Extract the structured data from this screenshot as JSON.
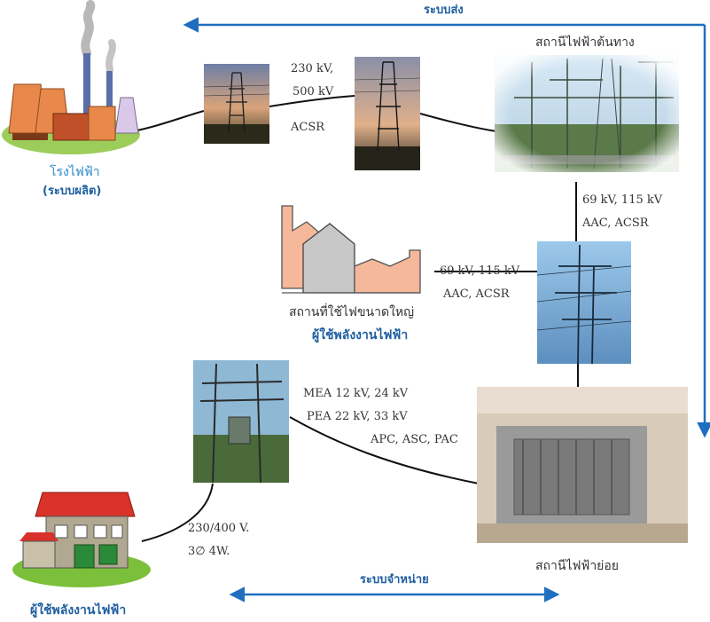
{
  "arrows": {
    "transmission_label": "ระบบส่ง",
    "distribution_label": "ระบบจำหน่าย"
  },
  "power_plant": {
    "name": "โรงไฟฟ้า",
    "system": "(ระบบผลิต)"
  },
  "line_230_500": {
    "voltage_line1": "230 kV,",
    "voltage_line2": "500 kV",
    "conductor": "ACSR"
  },
  "source_substation": {
    "name": "สถานีไฟฟ้าต้นทาง"
  },
  "line_69_115_vertical": {
    "voltage": "69 kV, 115 kV",
    "conductor": "AAC, ACSR"
  },
  "line_69_115_horizontal": {
    "voltage": "69 kV, 115 kV",
    "conductor": "AAC, ACSR"
  },
  "large_consumer": {
    "name": "สถานที่ใช้ไฟขนาดใหญ่",
    "role": "ผู้ใช้พลังงานไฟฟ้า"
  },
  "distribution_line": {
    "mea": "MEA 12 kV, 24 kV",
    "pea": "PEA 22 kV, 33 kV",
    "conductor": "APC, ASC, PAC"
  },
  "substation": {
    "name": "สถานีไฟฟ้าย่อย"
  },
  "low_voltage": {
    "voltage": "230/400 V.",
    "phase": "3∅ 4W."
  },
  "house": {
    "role": "ผู้ใช้พลังงานไฟฟ้า"
  },
  "colors": {
    "arrow": "#1f6fbf",
    "label_blue": "#1f5fa0",
    "plant_orange": "#e8884a",
    "grass": "#9ccd5a"
  }
}
